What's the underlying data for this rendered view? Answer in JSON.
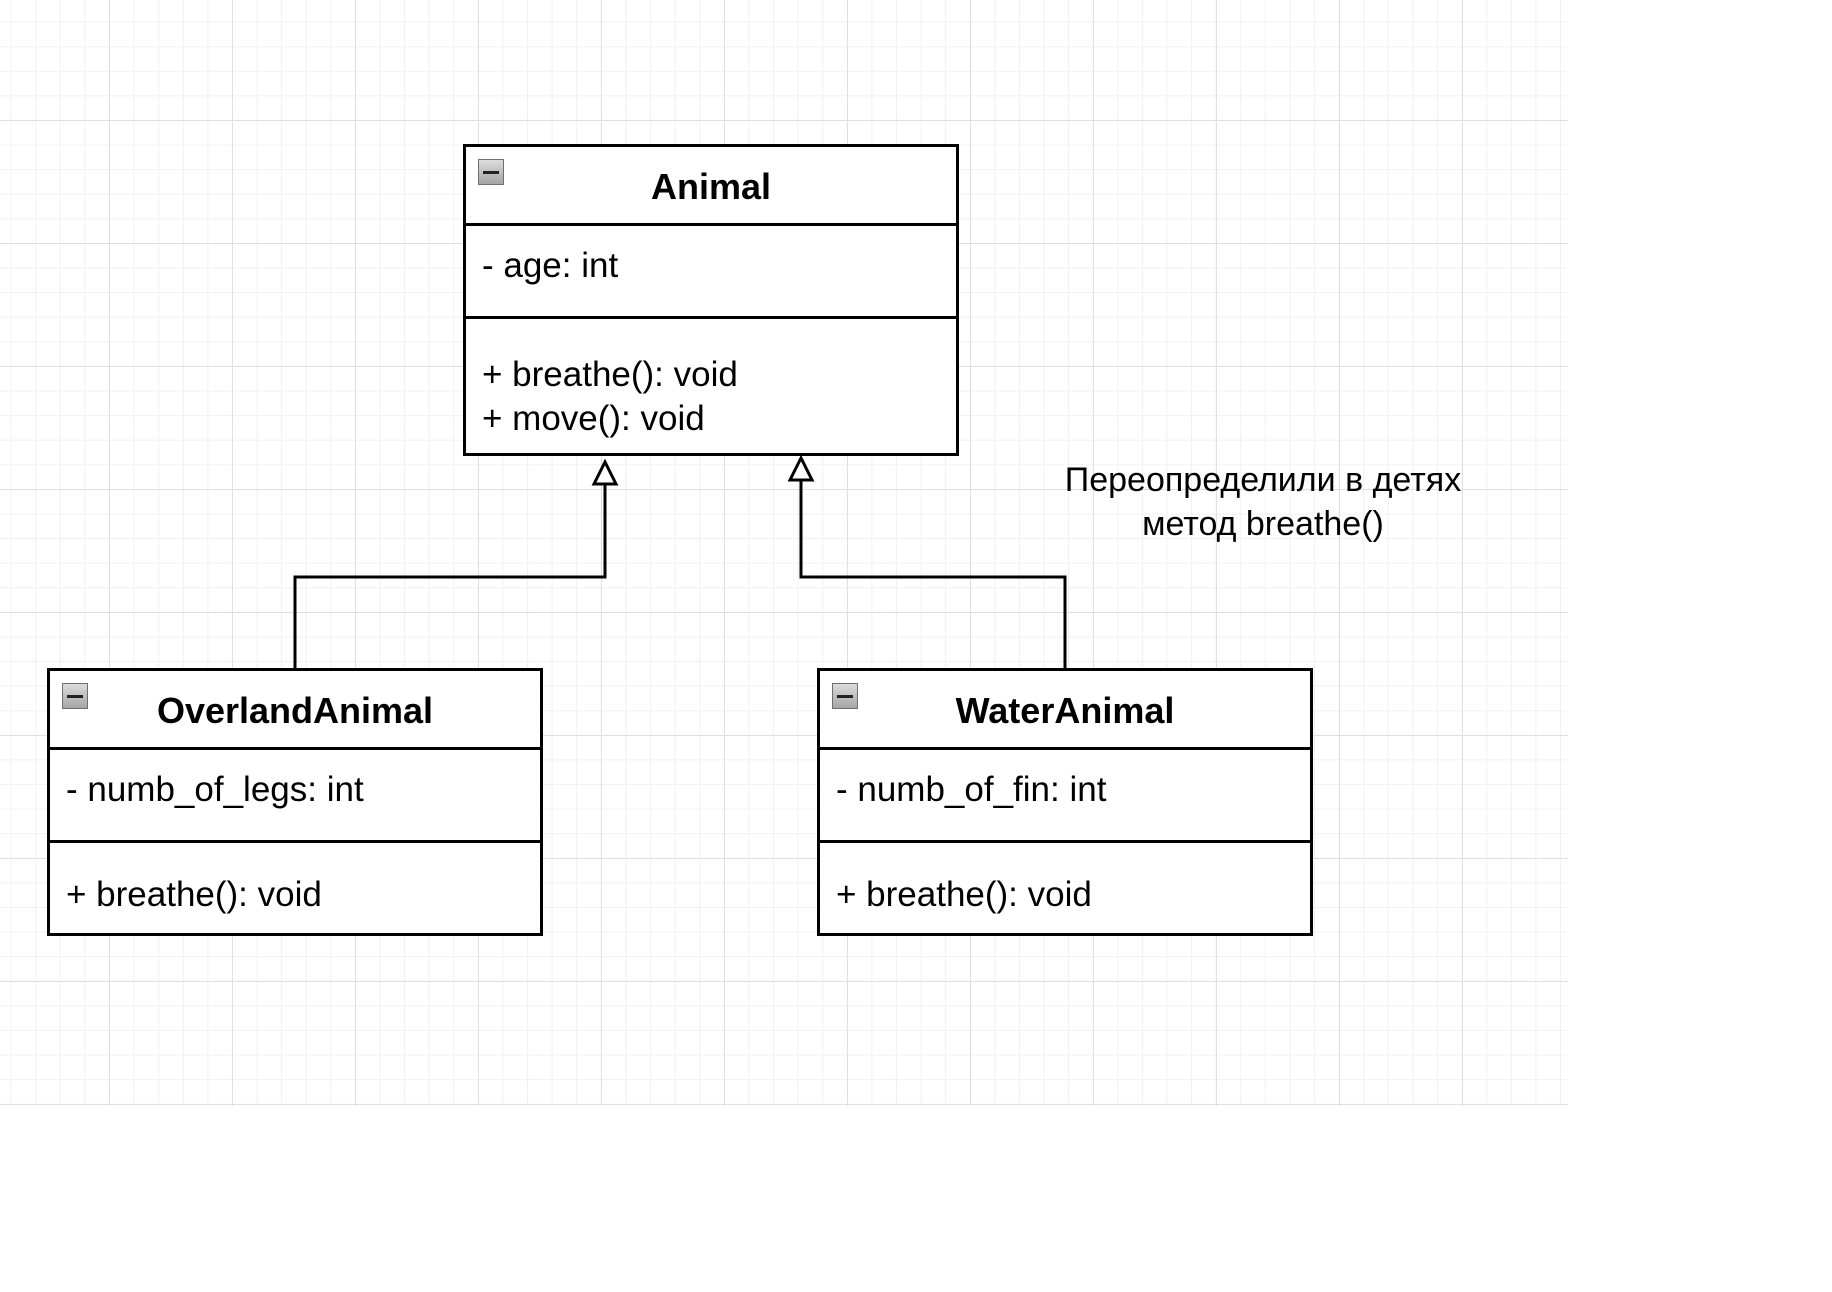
{
  "classes": {
    "animal": {
      "name": "Animal",
      "attributes": [
        "- age: int"
      ],
      "methods": [
        "+ breathe(): void",
        "+ move(): void"
      ]
    },
    "overland_animal": {
      "name": "OverlandAnimal",
      "attributes": [
        "- numb_of_legs: int"
      ],
      "methods": [
        "+ breathe(): void"
      ]
    },
    "water_animal": {
      "name": "WaterAnimal",
      "attributes": [
        "- numb_of_fin: int"
      ],
      "methods": [
        "+ breathe(): void"
      ]
    }
  },
  "relationships": [
    {
      "type": "generalization",
      "from": "OverlandAnimal",
      "to": "Animal"
    },
    {
      "type": "generalization",
      "from": "WaterAnimal",
      "to": "Animal"
    }
  ],
  "note": {
    "line1": "Переопределили в детях",
    "line2": "метод breathe()"
  },
  "icons": {
    "collapse": "collapse-minus-icon"
  },
  "colors": {
    "line": "#000000",
    "grid": "#e0e0e0",
    "background": "#ffffff"
  }
}
